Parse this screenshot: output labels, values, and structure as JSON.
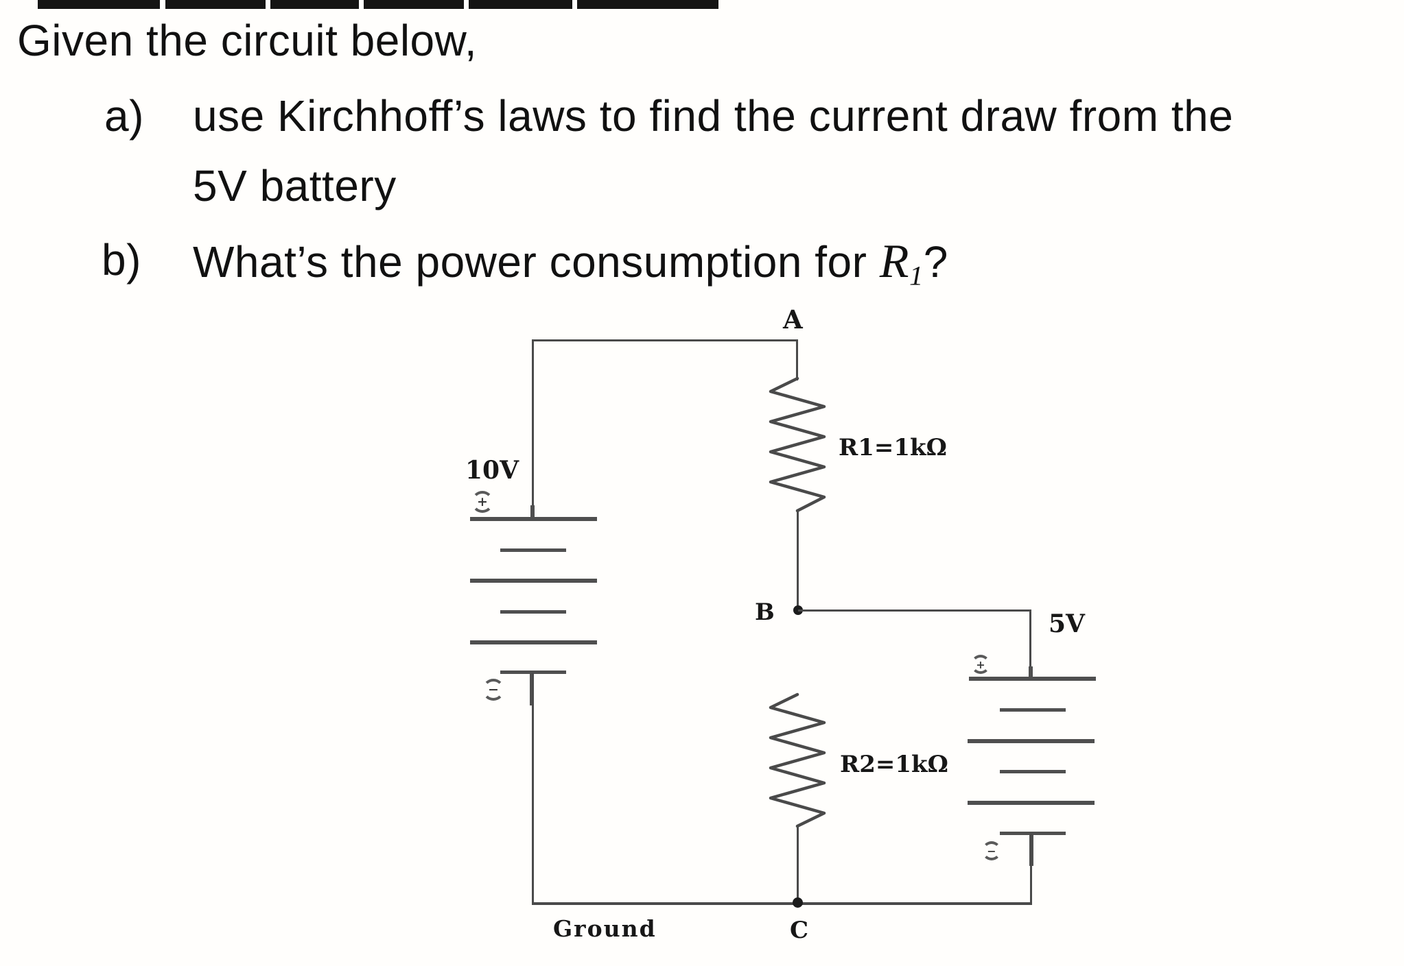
{
  "problem": {
    "intro": "Given the circuit below,",
    "item_a": {
      "marker": "a)",
      "line1": "use Kirchhoff’s laws to find the current draw from the",
      "line2": "5V battery"
    },
    "item_b": {
      "marker": "b)",
      "before": "What’s the power consumption for ",
      "variable": "R",
      "subscript": "1",
      "after": "?"
    }
  },
  "circuit": {
    "labels": {
      "node_a": "A",
      "node_b": "B",
      "node_c": "C",
      "ground": "Ground"
    },
    "left_battery": {
      "voltage": "10V",
      "plus": "+",
      "minus": "−"
    },
    "right_battery": {
      "voltage": "5V",
      "plus": "+",
      "minus": "−"
    },
    "resistor_1": {
      "label": "R1=1kΩ"
    },
    "resistor_2": {
      "label": "R2=1kΩ"
    },
    "colors": {
      "wire": "#4a4a4a",
      "plate": "#4f4f4f",
      "label": "#171717",
      "text": "#111111"
    }
  }
}
